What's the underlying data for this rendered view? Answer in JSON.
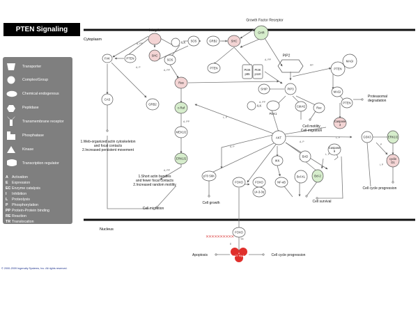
{
  "title": "PTEN Signaling",
  "compartments": {
    "cytoplasm": "Cytoplasm",
    "nucleus": "Nucleus"
  },
  "legend": {
    "shapes": [
      {
        "label": "Transporter",
        "icon": "transporter-icon"
      },
      {
        "label": "Complex/Group",
        "icon": "complex-group-icon"
      },
      {
        "label": "Chemical endogenous",
        "icon": "chemical-endogenous-icon"
      },
      {
        "label": "Peptidase",
        "icon": "peptidase-icon"
      },
      {
        "label": "Transmembrane receptor",
        "icon": "transmembrane-receptor-icon"
      },
      {
        "label": "Phosphatase",
        "icon": "phosphatase-icon"
      },
      {
        "label": "Kinase",
        "icon": "kinase-icon"
      },
      {
        "label": "Transcription regulator",
        "icon": "transcription-regulator-icon"
      }
    ],
    "abbreviations": [
      {
        "key": "A",
        "value": "Activation"
      },
      {
        "key": "E",
        "value": "Expression"
      },
      {
        "key": "EC",
        "value": "Enzyme catalysis"
      },
      {
        "key": "I",
        "value": "Inhibition"
      },
      {
        "key": "L",
        "value": "Proteolysis"
      },
      {
        "key": "P",
        "value": "Phosphorylation"
      },
      {
        "key": "PP",
        "value": "Protein-Protein binding"
      },
      {
        "key": "RE",
        "value": "Reaction"
      },
      {
        "key": "TR",
        "value": "Translocation"
      }
    ]
  },
  "nodes": {
    "integrin": "Integrin",
    "gfr": "Growth Factor Receptor",
    "ghr": "GHR",
    "fak": "FAK",
    "pten_fak": "PTEN",
    "shc_integrin": "SHC",
    "ilk_top": "ILK",
    "sos_top": "SOS",
    "grb2_top": "GRB2",
    "shc_gfr": "SHC",
    "sos_mid": "SOS",
    "pten_mid": "PTEN",
    "pi3k_1": "PI3K",
    "pi3k_1b": "p85",
    "pi3k_2": "PI3K",
    "pi3k_2b": "p110",
    "pip2": "PIP2",
    "pip3": "PIP3",
    "pten_magi": "PTEN",
    "magi_top": "MAGI",
    "cas": "CAS",
    "grb2_mid": "GRB2",
    "ras": "Ras",
    "ship": "SHIP",
    "ilk_mid": "ILK",
    "pdk1": "PDK1",
    "cdc42": "Cdc42",
    "rac": "Rac",
    "magi_mid": "MAGI",
    "pten_low": "PTEN",
    "caspase3": "Caspase 3",
    "craf": "c-Raf",
    "mek": "MEK1/2",
    "erk_left": "ERK1/2",
    "akt": "AKT",
    "gsk3": "GSK3",
    "erk_right": "ERK1/2",
    "caspase9": "Caspase 9",
    "cyclin": "cyclin D1",
    "bad": "BAD",
    "ikk": "IKK",
    "bclxl": "Bcl-XL",
    "bcl2": "Bcl-2",
    "nfkb": "NF-κB",
    "p70": "p70 S6K",
    "foxo_a": "FOXO",
    "foxo_b": "FOXO",
    "f1433": "14-3-3η",
    "foxo_nuc": "FOXO",
    "p27": "p27 Kip1"
  },
  "texts": {
    "proteasomal": "Proteasomal degradation",
    "cell_motility": "Cell motility Cell migration",
    "web_organized": "1.Web-organized actin cytoskeleton and focal contacts 2.Increased persistent movement",
    "short_actin": "1.Short actin bundles and fewer focal contacts 2.Increased random motility",
    "cell_migration": "Cell migration",
    "cell_growth": "Cell growth",
    "cell_survival": "Cell survival",
    "cell_cycle_1": "Cell cycle progression",
    "apoptosis": "Apoptosis",
    "cell_cycle_2": "Cell cycle progression"
  },
  "copyright": "© 2000-2009 Ingenuity Systems, Inc. All rights reserved.",
  "colors": {
    "pink": "#f3d4d4",
    "green": "#d6edcc",
    "white_node": "#ffffff",
    "node_stroke": "#555555",
    "red_marker": "#e0302c",
    "membrane": "#111111",
    "legend_bg": "#7f7f7f"
  }
}
